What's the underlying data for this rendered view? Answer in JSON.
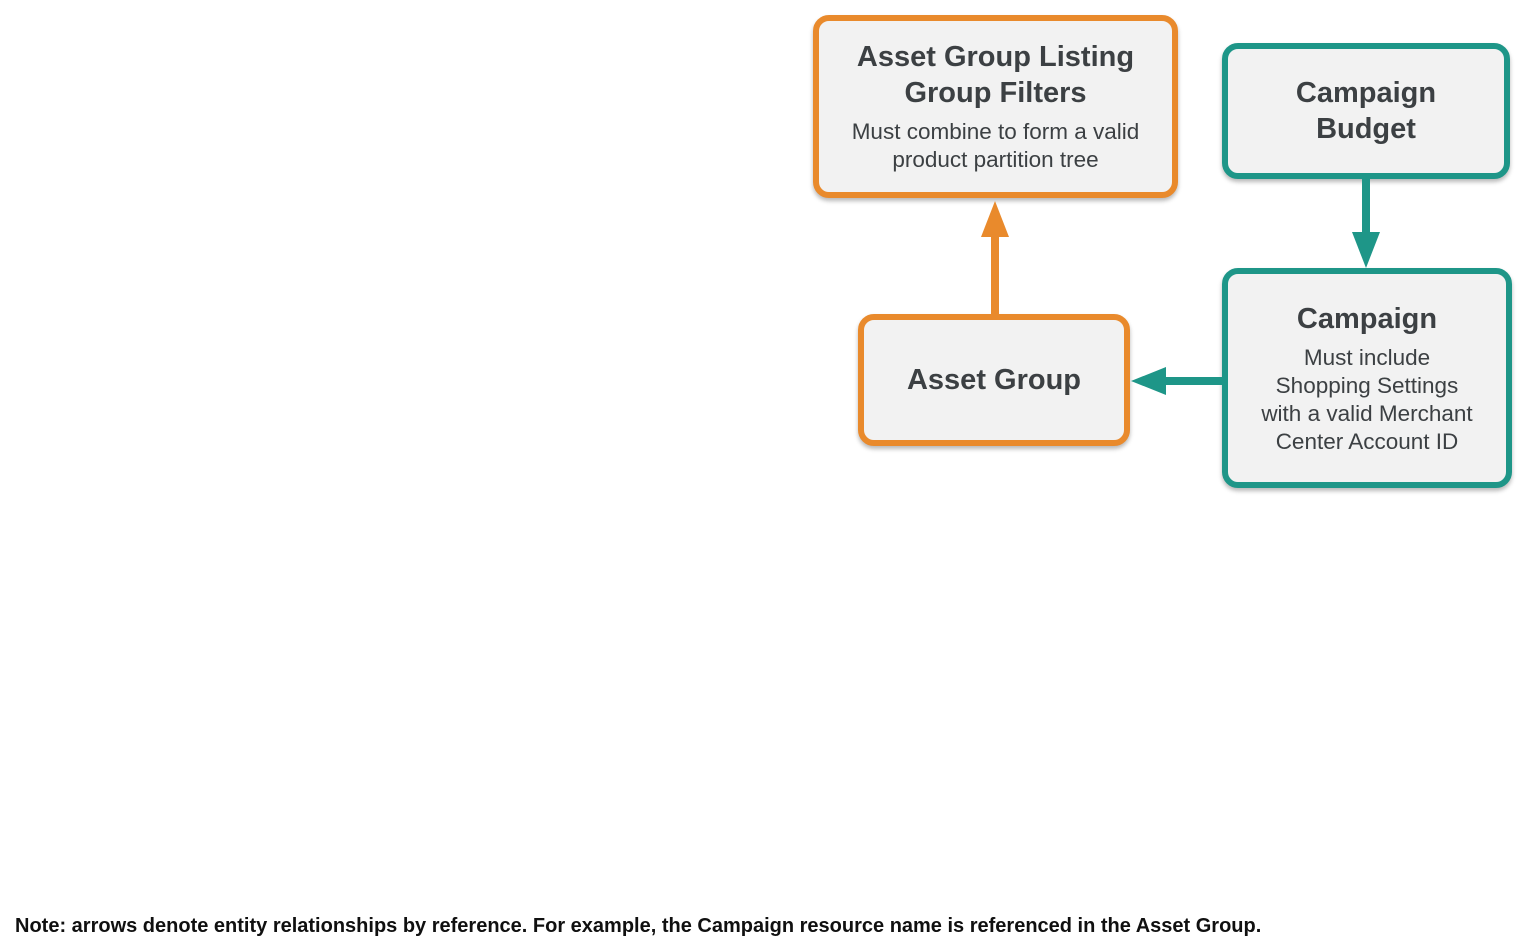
{
  "diagram": {
    "nodes": {
      "listing_filters": {
        "title": "Asset Group Listing\nGroup Filters",
        "subtitle": "Must combine to form a valid\nproduct partition tree",
        "border_color": "#E98A2C"
      },
      "campaign_budget": {
        "title": "Campaign\nBudget",
        "border_color": "#1E9688"
      },
      "asset_group": {
        "title": "Asset Group",
        "border_color": "#E98A2C"
      },
      "campaign": {
        "title": "Campaign",
        "subtitle": "Must include\nShopping Settings\nwith a valid Merchant\nCenter Account ID",
        "border_color": "#1E9688"
      }
    },
    "edges": [
      {
        "from": "asset_group",
        "to": "listing_filters",
        "color": "#E98A2C",
        "direction": "up"
      },
      {
        "from": "campaign_budget",
        "to": "campaign",
        "color": "#1E9688",
        "direction": "down"
      },
      {
        "from": "campaign",
        "to": "asset_group",
        "color": "#1E9688",
        "direction": "left"
      }
    ],
    "note": "Note: arrows denote entity relationships by reference. For example, the Campaign resource name is referenced in the Asset Group.",
    "colors": {
      "orange": "#E98A2C",
      "teal": "#1E9688",
      "node_fill": "#F2F2F2",
      "node_text": "#3C4043",
      "note_text": "#101010",
      "background": "#FFFFFF"
    }
  }
}
